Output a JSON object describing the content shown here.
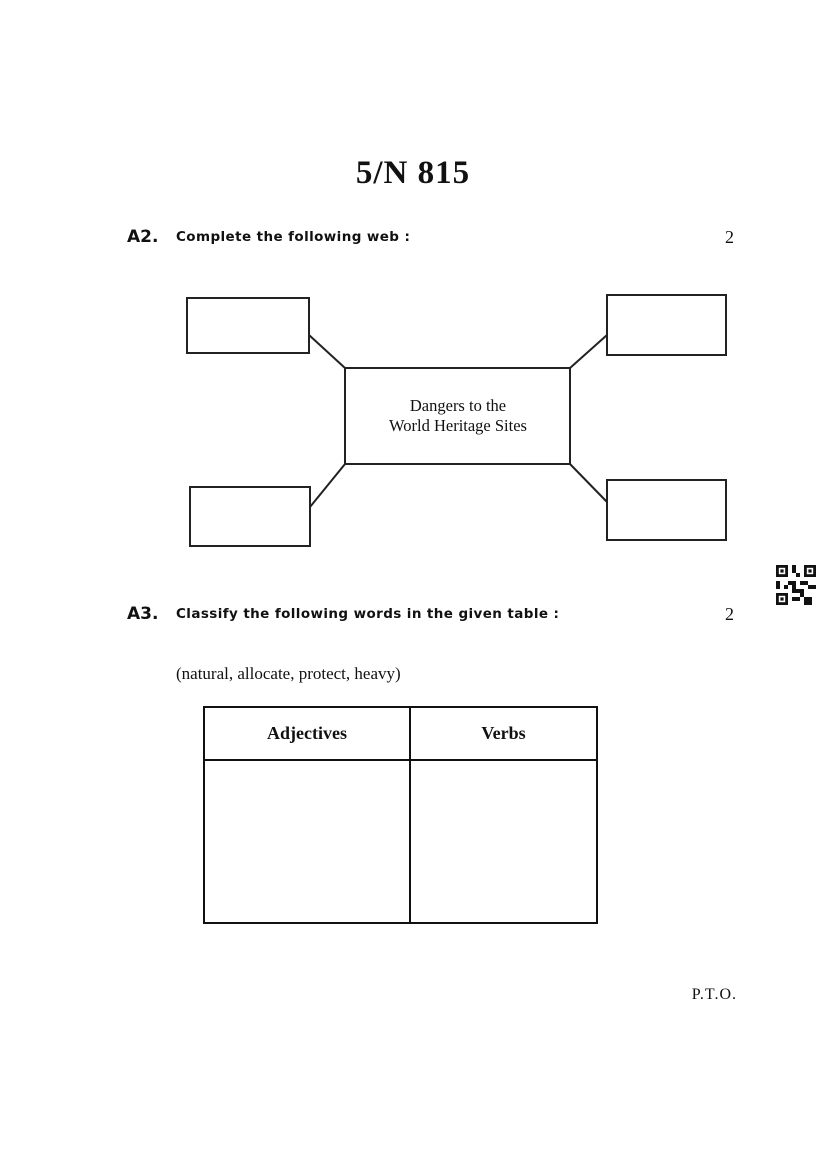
{
  "header": {
    "code": "5/N 815"
  },
  "questions": [
    {
      "number": "A2.",
      "text": "Complete the following web :",
      "marks": "2",
      "web": {
        "center": [
          "Dangers to the",
          "World Heritage Sites"
        ]
      }
    },
    {
      "number": "A3.",
      "text": "Classify the following words in the given table :",
      "marks": "2",
      "words": "(natural, allocate, protect, heavy)",
      "table": {
        "headers": [
          "Adjectives",
          "Verbs"
        ]
      }
    }
  ],
  "footer": {
    "pto": "P.T.O."
  }
}
